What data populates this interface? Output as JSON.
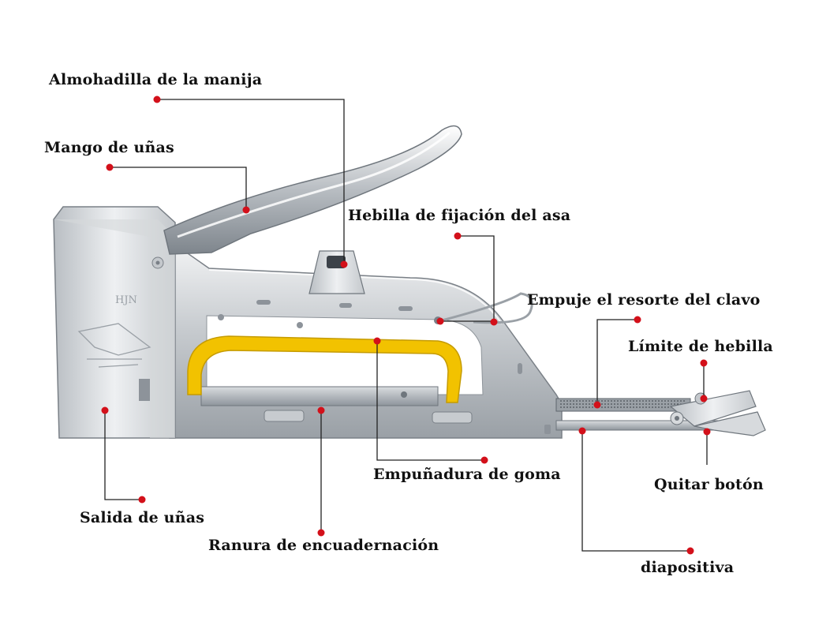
{
  "brand_mark": "HJN",
  "colors": {
    "background": "#ffffff",
    "label_text": "#111111",
    "leader_line": "#222222",
    "marker_dot": "#d3101a",
    "rubber_grip": "#f2c200",
    "steel": "#c9cdd1"
  },
  "labels": {
    "handle_pad": "Almohadilla de la manija",
    "nail_handle": "Mango de uñas",
    "handle_lock_buckle": "Hebilla de fijación del asa",
    "nail_spring_push": "Empuje el resorte del clavo",
    "buckle_limit": "Límite de hebilla",
    "rubber_grip": "Empuñadura de goma",
    "remove_button": "Quitar botón",
    "nail_outlet": "Salida de uñas",
    "binding_slot": "Ranura de encuadernación",
    "slide": "diapositiva"
  }
}
